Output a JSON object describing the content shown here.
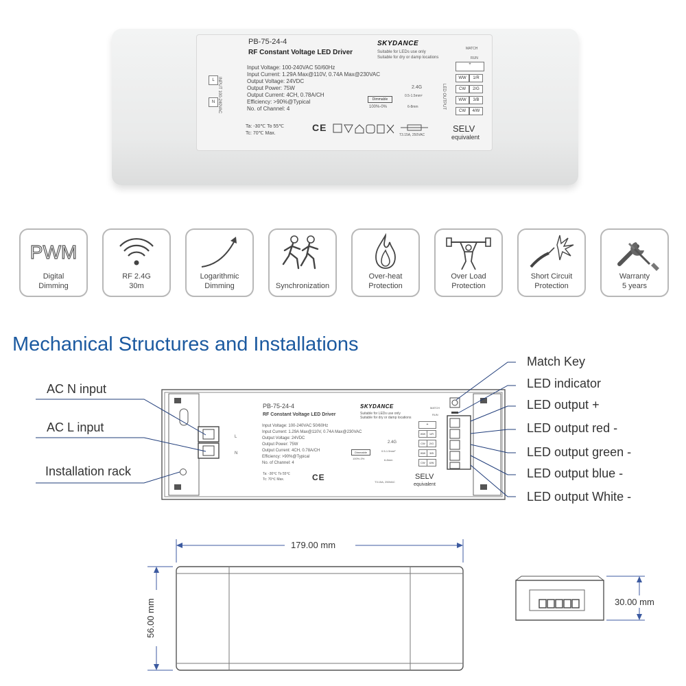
{
  "device": {
    "model": "PB-75-24-4",
    "title": "RF Constant Voltage LED Driver",
    "brand": "SKYDANCE",
    "suitable_1": "Suitable for LEDs use only",
    "suitable_2": "Suitable for dry or damp locations",
    "specs": [
      "Input Voltage: 100-240VAC 50/60Hz",
      "Input Current: 1.29A Max@110V, 0.74A Max@230VAC",
      "Output Voltage: 24VDC",
      "Output Power: 75W",
      "Output Current: 4CH, 0.78A/CH",
      "Efficiency: >90%@Typical",
      "No. of Channel: 4"
    ],
    "ta": "Ta: -30℃ To 55℃",
    "tc": "Tc: 70℃ Max.",
    "input_label": "INPUT 100-240VAC",
    "terminal_l": "L",
    "terminal_n": "N",
    "dimmable": "Dimmable",
    "dim_range": "100%-0%",
    "rf": "2.4G",
    "wire": "0.5-1.5mm²",
    "strip": "6-8mm",
    "fuse": "T3.15A, 250VAC",
    "ce": "CE",
    "selv": "SELV",
    "equivalent": "equivalent",
    "match": "MATCH",
    "run": "RUN",
    "led_output": "LED OUTPUT",
    "outputs": [
      {
        "left": "",
        "right": "+"
      },
      {
        "left": "WW",
        "right": "1/R"
      },
      {
        "left": "CW",
        "right": "2/G"
      },
      {
        "left": "WW",
        "right": "3/B"
      },
      {
        "left": "CW",
        "right": "4/W"
      }
    ]
  },
  "features": [
    {
      "icon": "pwm-icon",
      "line1": "Digital",
      "line2": "Dimming",
      "glyph": "PWM"
    },
    {
      "icon": "rf-wifi-icon",
      "line1": "RF 2.4G",
      "line2": "30m"
    },
    {
      "icon": "curve-arrow-icon",
      "line1": "Logarithmic",
      "line2": "Dimming"
    },
    {
      "icon": "running-people-icon",
      "line1": "",
      "line2": "Synchronization"
    },
    {
      "icon": "flame-icon",
      "line1": "Over-heat",
      "line2": "Protection"
    },
    {
      "icon": "weightlifter-icon",
      "line1": "Over Load",
      "line2": "Protection"
    },
    {
      "icon": "spark-cable-icon",
      "line1": "Short Circuit",
      "line2": "Protection"
    },
    {
      "icon": "tools-icon",
      "line1": "Warranty",
      "line2": "5 years"
    }
  ],
  "mechanical": {
    "heading": "Mechanical Structures and Installations",
    "callouts_left": [
      "AC N input",
      "AC L input",
      "Installation rack"
    ],
    "callouts_right": [
      "Match Key",
      "LED indicator",
      "LED output +",
      "LED output red -",
      "LED output green -",
      "LED output blue -",
      "LED output White -"
    ]
  },
  "dimensions": {
    "length": "179.00 mm",
    "width": "56.00 mm",
    "height": "30.00 mm"
  },
  "colors": {
    "heading": "#1c5aa0",
    "callout_line": "#1f3c7a",
    "dim_line": "#3c5aa0"
  }
}
